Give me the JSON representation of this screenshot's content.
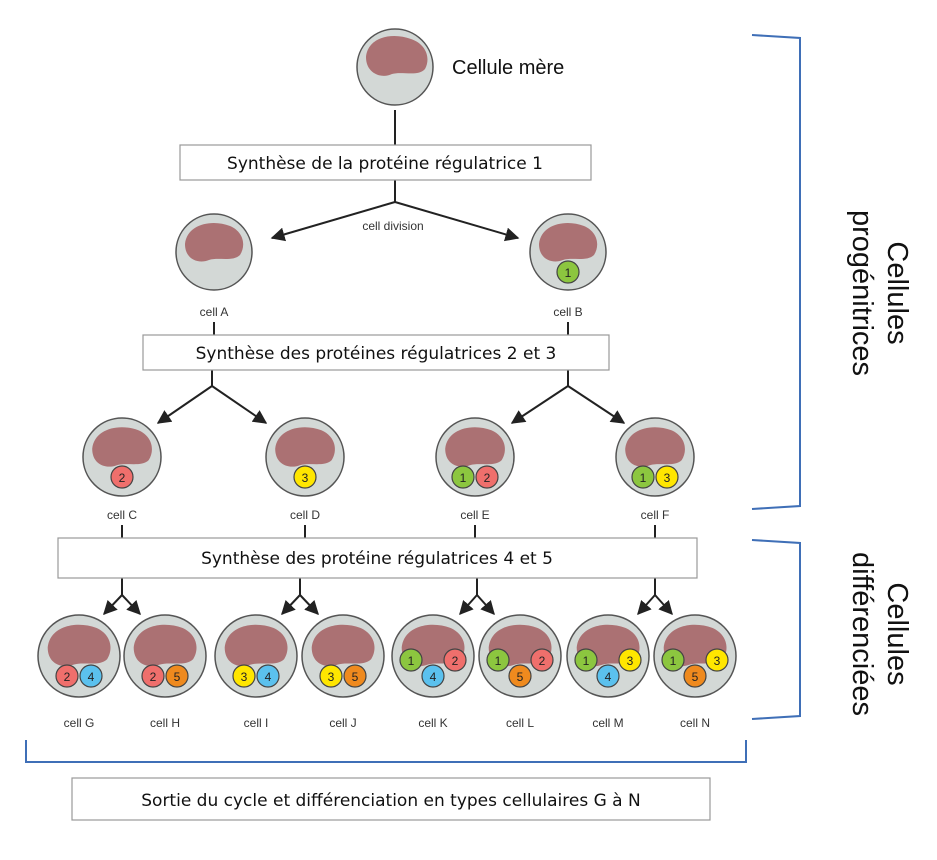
{
  "colors": {
    "cell_fill": "#d3d8d6",
    "cell_stroke": "#555555",
    "nucleus": "#ab7173",
    "bracket": "#3f6fb7",
    "box_stroke": "#999999",
    "protein_1": "#8cc63f",
    "protein_2": "#ef6f6c",
    "protein_3": "#ffe600",
    "protein_4": "#5bc1ee",
    "protein_5": "#ef8a1e"
  },
  "mother": {
    "label": "Cellule mère"
  },
  "steps": {
    "step1": "Synthèse de la protéine régulatrice 1",
    "step2": "Synthèse des protéines régulatrices 2 et 3",
    "step3": "Synthèse des protéine régulatrices 4 et 5",
    "exit": "Sortie du cycle et différenciation en types cellulaires G à N"
  },
  "division_label": "cell division",
  "groups": {
    "progenitors": [
      "Cellules",
      "progénitrices"
    ],
    "differentiated": [
      "Cellules",
      "différenciées"
    ]
  },
  "cells": {
    "A": {
      "label": "cell A",
      "proteins": []
    },
    "B": {
      "label": "cell B",
      "proteins": [
        "1"
      ]
    },
    "C": {
      "label": "cell C",
      "proteins": [
        "2"
      ]
    },
    "D": {
      "label": "cell D",
      "proteins": [
        "3"
      ]
    },
    "E": {
      "label": "cell E",
      "proteins": [
        "1",
        "2"
      ]
    },
    "F": {
      "label": "cell F",
      "proteins": [
        "1",
        "3"
      ]
    },
    "G": {
      "label": "cell G",
      "proteins": [
        "2",
        "4"
      ]
    },
    "H": {
      "label": "cell H",
      "proteins": [
        "2",
        "5"
      ]
    },
    "I": {
      "label": "cell I",
      "proteins": [
        "3",
        "4"
      ]
    },
    "J": {
      "label": "cell J",
      "proteins": [
        "3",
        "5"
      ]
    },
    "K": {
      "label": "cell K",
      "proteins": [
        "1",
        "2",
        "4"
      ]
    },
    "L": {
      "label": "cell L",
      "proteins": [
        "1",
        "2",
        "5"
      ]
    },
    "M": {
      "label": "cell M",
      "proteins": [
        "1",
        "3",
        "4"
      ]
    },
    "N": {
      "label": "cell N",
      "proteins": [
        "1",
        "3",
        "5"
      ]
    }
  }
}
